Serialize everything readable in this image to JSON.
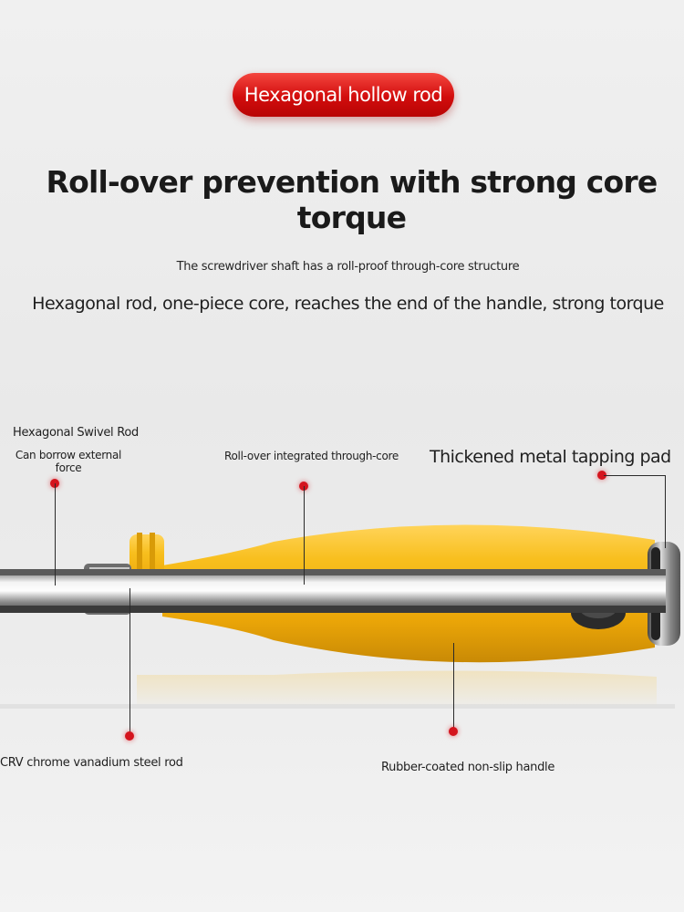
{
  "badge": "Hexagonal hollow rod",
  "headline": "Roll-over prevention with strong core torque",
  "subtitle_small": "The screwdriver shaft has a roll-proof through-core structure",
  "subtitle_large": "Hexagonal rod, one-piece core, reaches the end of the handle, strong torque",
  "callouts": {
    "swivel_title": "Hexagonal Swivel Rod",
    "swivel_desc": "Can borrow external force",
    "through_core": "Roll-over integrated through-core",
    "tapping_pad": "Thickened metal tapping pad",
    "steel_rod": "CRV chrome vanadium steel rod",
    "handle": "Rubber-coated non-slip handle"
  },
  "colors": {
    "accent_red": "#d4141d",
    "handle_yellow": "#f6b40f",
    "shaft_steel": "#8e8e8e"
  }
}
